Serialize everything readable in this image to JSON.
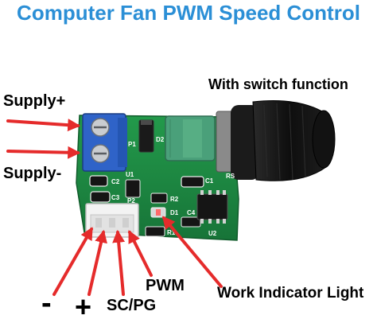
{
  "title": "Computer Fan PWM Speed Control",
  "labels": {
    "switch_function": "With switch function",
    "supply_plus": "Supply+",
    "supply_minus": "Supply-",
    "pwm": "PWM",
    "work_indicator": "Work Indicator Light",
    "minus": "-",
    "plus": "+",
    "sc_pg": "SC/PG"
  },
  "silkscreen": {
    "p1": "P1",
    "d2": "D2",
    "c2": "C2",
    "c3": "C3",
    "c1": "C1",
    "r2": "R2",
    "d1": "D1",
    "u2": "U2",
    "u1": "U1",
    "p2": "P2",
    "r1": "R1",
    "c4": "C4",
    "rs": "RS"
  },
  "colors": {
    "title": "#2b8fd6",
    "arrow": "#e52b2b",
    "pcb": "#1f8a43",
    "terminal_block": "#2f63c8",
    "inductor": "#4aa07a",
    "knob": "#151515"
  }
}
